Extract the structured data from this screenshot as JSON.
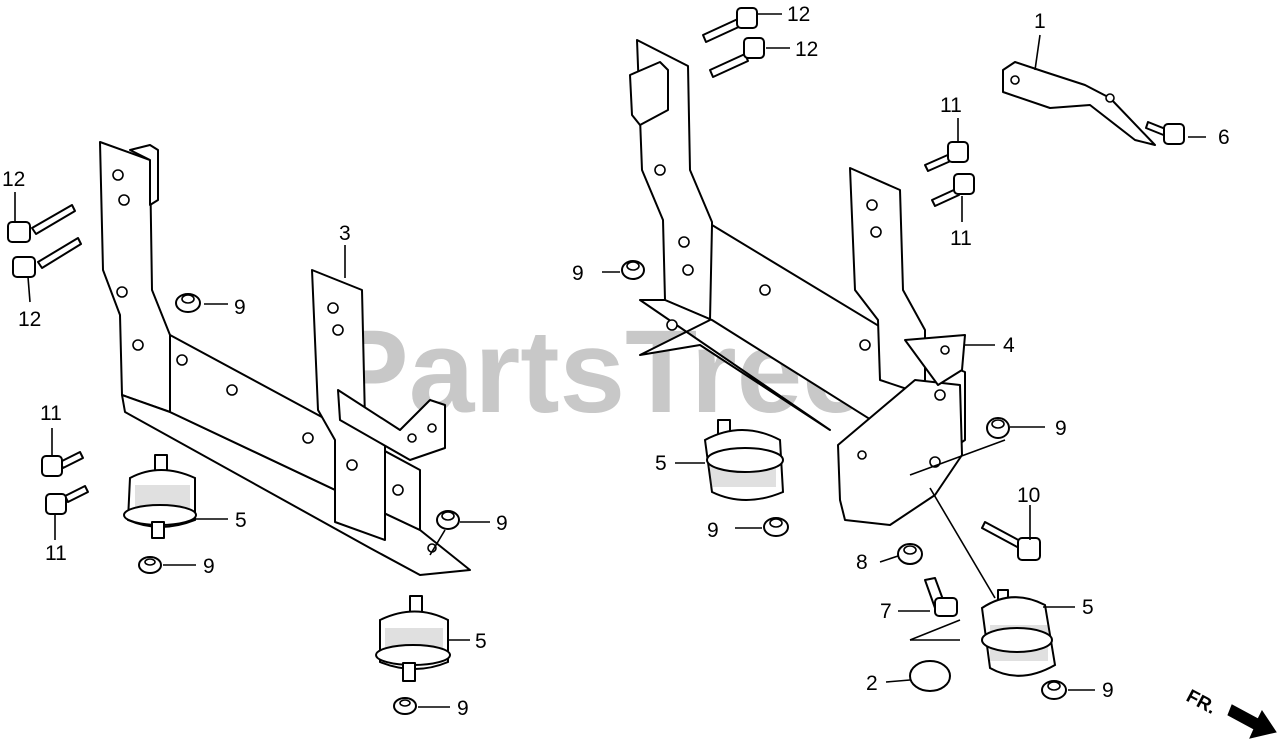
{
  "watermark": "PartsTree",
  "direction_label": "FR.",
  "callouts": {
    "c1": "1",
    "c2": "2",
    "c3": "3",
    "c4": "4",
    "c5a": "5",
    "c5b": "5",
    "c5c": "5",
    "c5d": "5",
    "c6": "6",
    "c7": "7",
    "c8": "8",
    "c9a": "9",
    "c9b": "9",
    "c9c": "9",
    "c9d": "9",
    "c9e": "9",
    "c9f": "9",
    "c9g": "9",
    "c9h": "9",
    "c10": "10",
    "c11a": "11",
    "c11b": "11",
    "c11c": "11",
    "c11d": "11",
    "c12a": "12",
    "c12b": "12",
    "c12c": "12",
    "c12d": "12"
  }
}
